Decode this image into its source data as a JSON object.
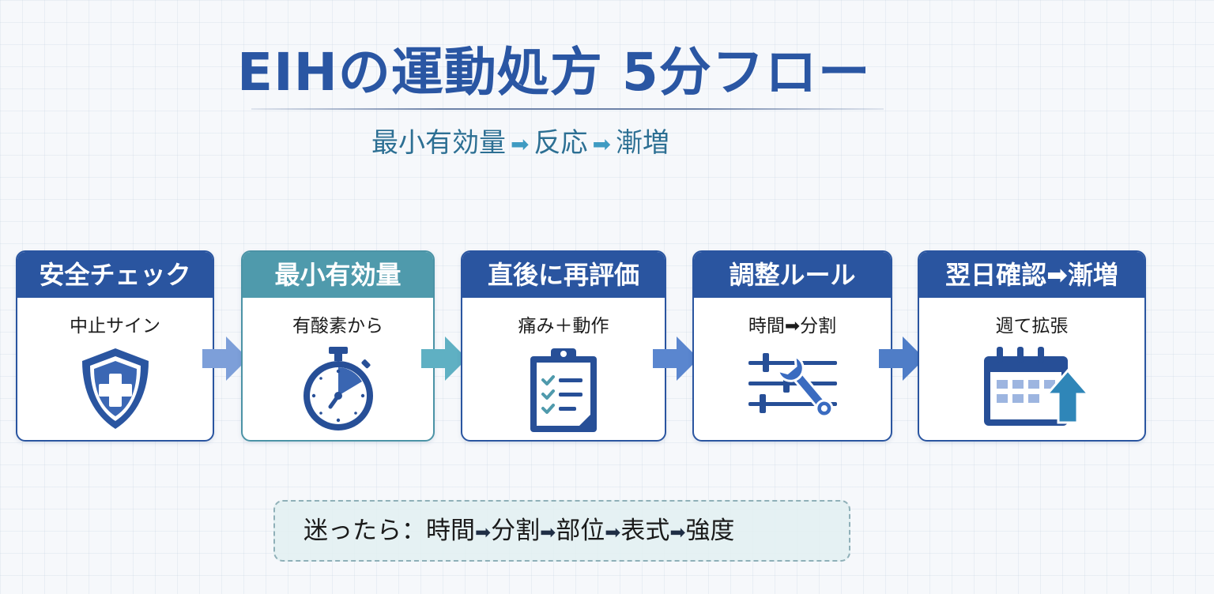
{
  "title": "EIHの運動処方 5分フロー",
  "subtitle": {
    "parts": [
      "最小有効量",
      "反応",
      "漸増"
    ],
    "arrow": "➡"
  },
  "steps": [
    {
      "heading": "安全チェック",
      "subheading": "中止サイン",
      "icon": "shield-plus-icon"
    },
    {
      "heading": "最小有効量",
      "subheading": "有酸素から",
      "icon": "stopwatch-icon"
    },
    {
      "heading": "直後に再評価",
      "subheading": "痛み＋動作",
      "icon": "clipboard-checklist-icon"
    },
    {
      "heading": "調整ルール",
      "subheading": "時間➡分割",
      "icon": "sliders-wrench-icon"
    },
    {
      "heading": "翌日確認➡漸増",
      "subheading": "週て拡張",
      "icon": "calendar-up-arrow-icon"
    }
  ],
  "note": {
    "prefix": "迷ったら：",
    "sequence": [
      "時間",
      "分割",
      "部位",
      "表式",
      "強度"
    ],
    "arrow": "➡"
  },
  "colors": {
    "title": "#2a56a3",
    "card_header": "#2a55a0",
    "card_header_teal": "#4f9aac",
    "accent_teal": "#3f9bc2",
    "icon_dark": "#274f97",
    "note_background": "#e2f0f1"
  }
}
